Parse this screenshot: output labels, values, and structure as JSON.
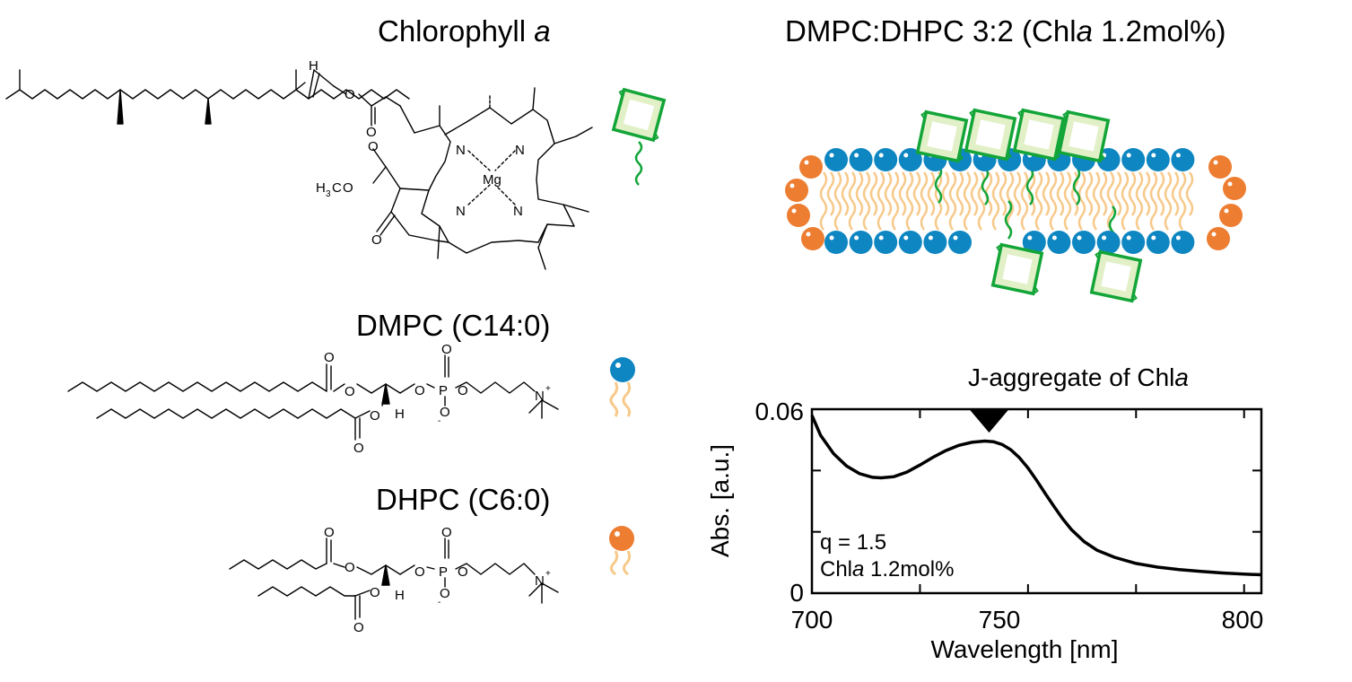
{
  "labels": {
    "chlorophyll_prefix": "Chlorophyll ",
    "chlorophyll_italic": "a",
    "dmpc": "DMPC (C14:0)",
    "dhpc": "DHPC (C6:0)",
    "bicelle_prefix": "DMPC:DHPC 3:2 (Chl",
    "bicelle_italic": "a",
    "bicelle_suffix": " 1.2mol%)"
  },
  "atoms": {
    "H": "H",
    "O": "O",
    "N": "N",
    "Mg": "Mg",
    "H3C": "H",
    "sub3": "3",
    "C": "C",
    "P": "P",
    "Nplus": "N",
    "plus": "+",
    "minus": "-"
  },
  "colors": {
    "dmpc_head": "#0e86c1",
    "dhpc_head": "#ed7d31",
    "tail": "#f7c98a",
    "chl_green": "#13a538",
    "chl_fill": "#e2f0c8"
  },
  "chart_data": {
    "type": "line",
    "title": "J-aggregate of Chla",
    "title_prefix": "J-aggregate of Chl",
    "title_italic": "a",
    "xlabel": "Wavelength [nm]",
    "ylabel": "Abs. [a.u.]",
    "xlim": [
      700,
      804
    ],
    "ylim": [
      0,
      0.06
    ],
    "xticks": [
      "700",
      "750",
      "800"
    ],
    "yticks": [
      "0",
      "0.06"
    ],
    "annotation_line1": "q = 1.5",
    "annotation_line2_prefix": "Chl",
    "annotation_line2_italic": "a",
    "annotation_line2_suffix": " 1.2mol%",
    "marker": "peak-arrow",
    "peak_x": 741,
    "series": [
      {
        "x": [
          700,
          702,
          705,
          708,
          711,
          714,
          716,
          719,
          722,
          725,
          728,
          731,
          734,
          737,
          740,
          742,
          744,
          746,
          748,
          750,
          752,
          754,
          756,
          758,
          760,
          763,
          766,
          770,
          775,
          780,
          785,
          790,
          795,
          800,
          804
        ],
        "values": [
          0.058,
          0.0515,
          0.0455,
          0.0415,
          0.039,
          0.0378,
          0.0376,
          0.038,
          0.0395,
          0.0418,
          0.0443,
          0.0465,
          0.0482,
          0.0492,
          0.0496,
          0.0494,
          0.0485,
          0.0468,
          0.0442,
          0.0408,
          0.0368,
          0.0325,
          0.0283,
          0.0243,
          0.0208,
          0.0168,
          0.014,
          0.0117,
          0.0097,
          0.0085,
          0.0077,
          0.0071,
          0.0066,
          0.0062,
          0.006
        ]
      }
    ]
  }
}
